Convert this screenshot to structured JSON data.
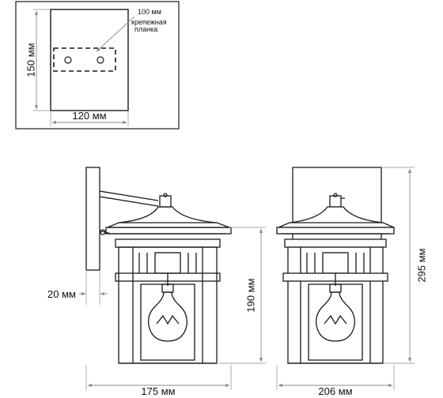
{
  "top_view": {
    "width_label": "120 мм",
    "height_label": "150 мм",
    "plate_length_label": "100 мм",
    "plate_caption_line1": "крепежная",
    "plate_caption_line2": "планка"
  },
  "side_view": {
    "width_label": "175 мм",
    "offset_label": "20 мм",
    "body_height_label": "190 мм"
  },
  "front_view": {
    "width_label": "206 мм",
    "total_height_label": "295 мм"
  },
  "colors": {
    "line": "#1a1a1a",
    "dimension": "#8a8a8a",
    "background": "#ffffff"
  }
}
